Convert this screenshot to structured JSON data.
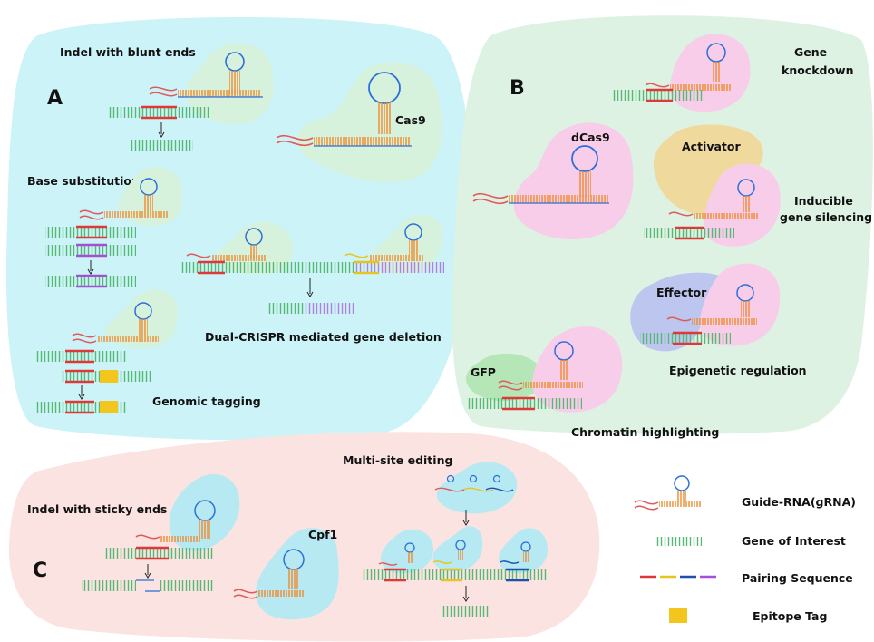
{
  "panels": {
    "A": {
      "letter": "A",
      "labels": {
        "indel_blunt": "Indel with blunt ends",
        "cas9": "Cas9",
        "base_substitution": "Base substitution",
        "dual_crispr": "Dual-CRISPR mediated gene deletion",
        "genomic_tagging": "Genomic tagging"
      }
    },
    "B": {
      "letter": "B",
      "labels": {
        "gene_knockdown_1": "Gene",
        "gene_knockdown_2": "knockdown",
        "dcas9": "dCas9",
        "activator": "Activator",
        "inducible_1": "Inducible",
        "inducible_2": "gene silencing",
        "effector": "Effector",
        "epigenetic": "Epigenetic regulation",
        "gfp": "GFP",
        "chromatin": "Chromatin highlighting"
      }
    },
    "C": {
      "letter": "C",
      "labels": {
        "indel_sticky": "Indel with sticky ends",
        "cpf1": "Cpf1",
        "multisite": "Multi-site editing"
      }
    }
  },
  "legend": [
    {
      "name": "legend-grna",
      "label": "Guide-RNA(gRNA)"
    },
    {
      "name": "legend-gene",
      "label": "Gene of Interest"
    },
    {
      "name": "legend-pairing",
      "label": "Pairing Sequence"
    },
    {
      "name": "legend-epitope",
      "label": "Epitope Tag"
    }
  ],
  "colors": {
    "panel_a_bg": "#ccf3f7",
    "panel_b_bg": "#ddf2e2",
    "panel_c_bg": "#fbe3e2",
    "cas9_blob": "#d7f2dc",
    "dcas9_blob": "#f8cdea",
    "cpf1_blob": "#b6e9f2",
    "activator": "#f0d99d",
    "effector": "#bcc6ef",
    "gfp": "#b5e6b7",
    "dna": "#4db36a",
    "rna_loop": "#2c6fd9",
    "rna_stem": "#f08a2c",
    "rna_tail": "#e05a5a",
    "pair_red": "#e03838",
    "pair_yellow": "#e8c51c",
    "pair_blue": "#1f4fae",
    "pair_purple": "#a64fd6",
    "epitope": "#f2c61c"
  }
}
